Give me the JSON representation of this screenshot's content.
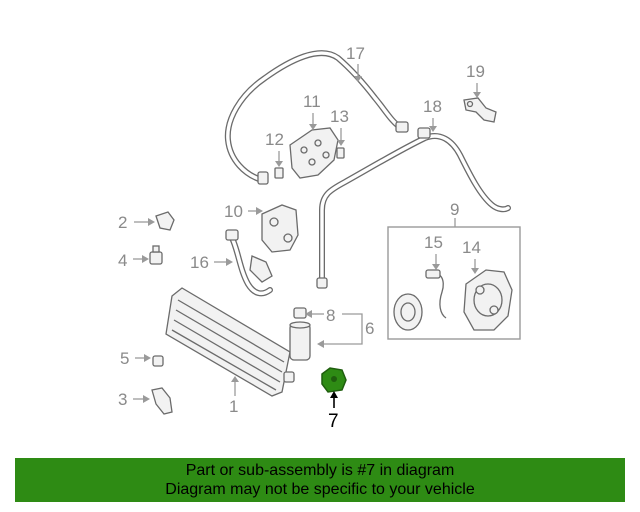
{
  "callouts": {
    "c1": "1",
    "c2": "2",
    "c3": "3",
    "c4": "4",
    "c5": "5",
    "c6": "6",
    "c7": "7",
    "c8": "8",
    "c9": "9",
    "c10": "10",
    "c11": "11",
    "c12": "12",
    "c13": "13",
    "c14": "14",
    "c15": "15",
    "c16": "16",
    "c17": "17",
    "c18": "18",
    "c19": "19"
  },
  "highlight": {
    "part_number": "7",
    "color": "#2e8b14"
  },
  "banner": {
    "line1": "Part or sub-assembly is #7 in diagram",
    "line2": "Diagram may not be specific to your vehicle",
    "background": "#2e8b14"
  }
}
